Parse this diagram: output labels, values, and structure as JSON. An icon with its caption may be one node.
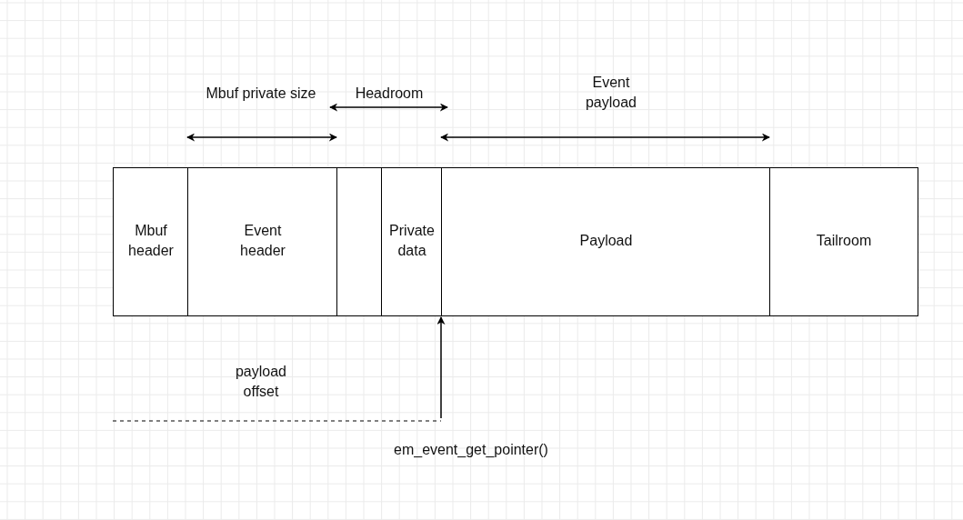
{
  "diagram": {
    "nodes": [
      {
        "text": [
          "Mbuf header"
        ]
      },
      {
        "text": [
          "Event header"
        ]
      },
      {
        "text": [],
        "shape": "box"
      },
      {
        "text": [
          "Private data"
        ]
      },
      {
        "text": [
          "Payload"
        ]
      },
      {
        "text": [
          "Tailroom"
        ]
      },
      {
        "text": [
          "em_event_get_pointer()"
        ]
      }
    ],
    "edges": [
      {
        "from": 6,
        "to": 4,
        "arrow": "to"
      }
    ],
    "labels": [
      "Event payload",
      "Mbuf private size",
      "Headroom",
      "payload offset"
    ]
  }
}
